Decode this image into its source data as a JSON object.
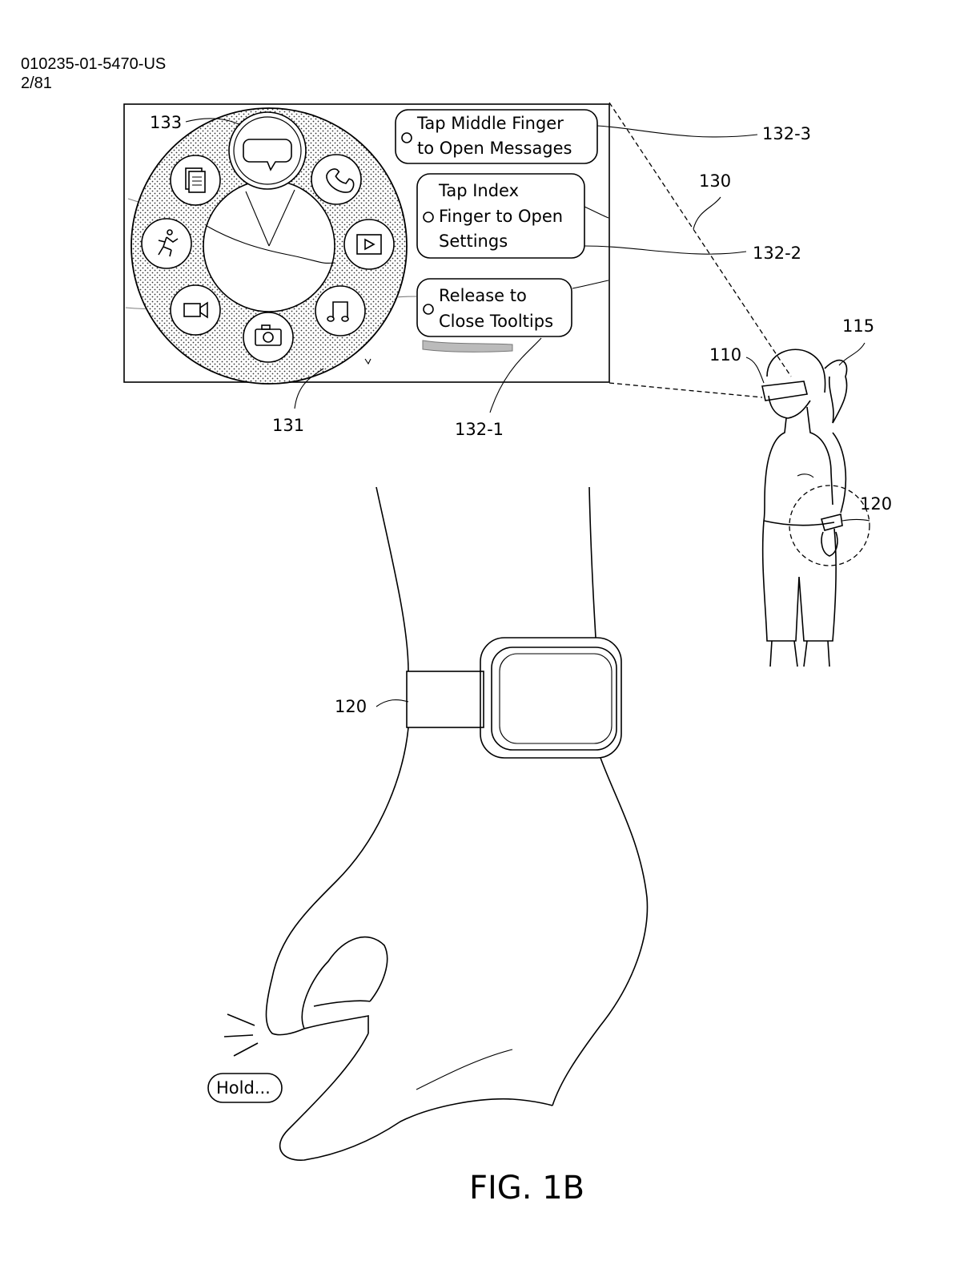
{
  "header": {
    "docket": "010235-01-5470-US",
    "page": "2/81"
  },
  "tooltips": {
    "messages": [
      "Tap Middle Finger",
      "to Open Messages"
    ],
    "settings": [
      "Tap Index",
      "Finger to Open",
      "Settings"
    ],
    "close": [
      "Release to",
      "Close Tooltips"
    ]
  },
  "callouts": {
    "ref_133": "133",
    "ref_132_3": "132-3",
    "ref_130": "130",
    "ref_132_2": "132-2",
    "ref_115": "115",
    "ref_110": "110",
    "ref_120_person": "120",
    "ref_131": "131",
    "ref_132_1": "132-1",
    "ref_120_watch": "120"
  },
  "gesture_bubble": "Hold...",
  "figure_label": "FIG. 1B",
  "radial_menu_icons": [
    "message-icon",
    "phone-icon",
    "video-play-icon",
    "music-icon",
    "camera-icon",
    "video-camera-icon",
    "running-icon",
    "document-icon"
  ]
}
